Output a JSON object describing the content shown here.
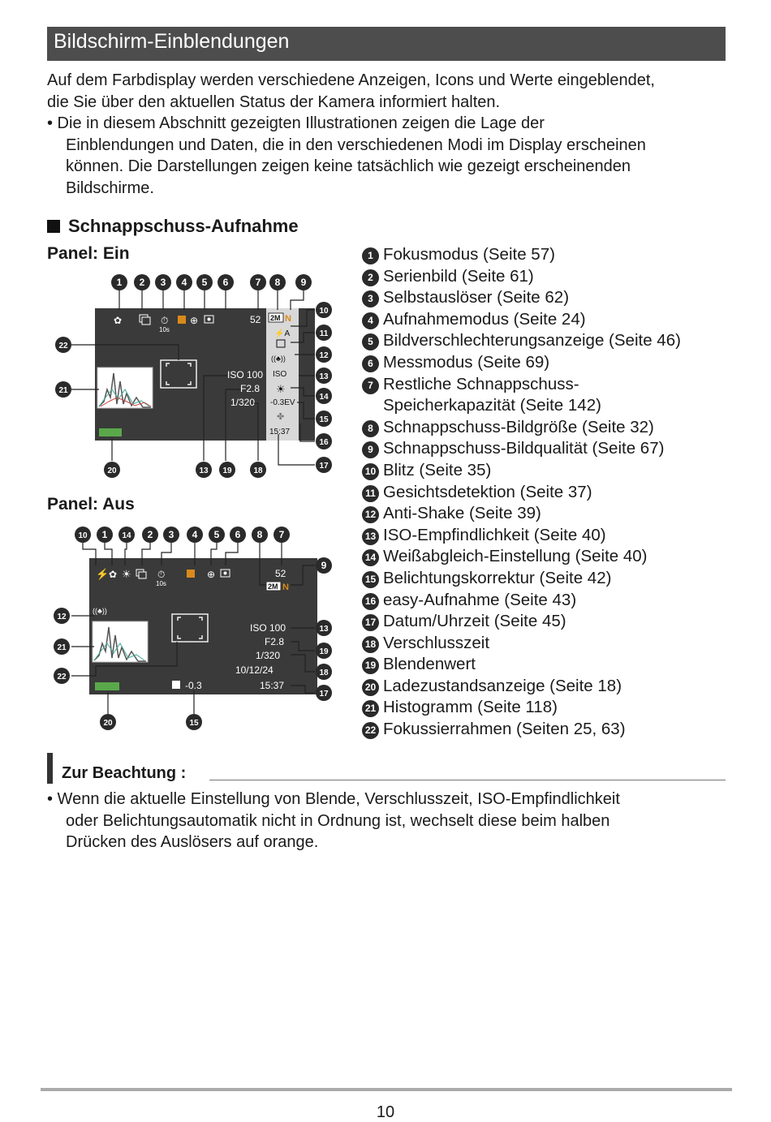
{
  "header": {
    "title": "Bildschirm-Einblendungen"
  },
  "intro": [
    "Auf dem Farbdisplay werden verschiedene Anzeigen, Icons und Werte eingeblendet,",
    "die Sie über den aktuellen Status der Kamera informiert halten.",
    "•  Die in diesem Abschnitt gezeigten Illustrationen zeigen die Lage der",
    "Einblendungen und Daten, die in den verschiedenen Modi im Display erscheinen",
    "können. Die Darstellungen zeigen keine tatsächlich wie gezeigt erscheinenden",
    "Bildschirme."
  ],
  "section_title": "Schnappschuss-Aufnahme",
  "panel_on": {
    "title": "Panel: Ein",
    "screen": {
      "remaining": "52",
      "self_timer": "10s",
      "iso": "ISO 100",
      "aperture": "F2.8",
      "shutter": "1/320",
      "iso_icon": "ISO",
      "ev": "-0.3EV",
      "time": "15:37",
      "flash": "⚡A",
      "size": "2M",
      "quality": "N"
    }
  },
  "panel_off": {
    "title": "Panel: Aus",
    "screen": {
      "remaining": "52",
      "self_timer": "10s",
      "iso": "ISO 100",
      "aperture": "F2.8",
      "shutter": "1/320",
      "date": "10/12/24",
      "time": "15:37",
      "ev": "-0.3",
      "size": "2M",
      "quality": "N"
    }
  },
  "legend": [
    {
      "n": "1",
      "text": "Fokusmodus (Seite 57)"
    },
    {
      "n": "2",
      "text": "Serienbild (Seite 61)"
    },
    {
      "n": "3",
      "text": "Selbstauslöser (Seite 62)"
    },
    {
      "n": "4",
      "text": "Aufnahmemodus (Seite 24)"
    },
    {
      "n": "5",
      "text": "Bildverschlechterungsanzeige (Seite 46)"
    },
    {
      "n": "6",
      "text": "Messmodus (Seite 69)"
    },
    {
      "n": "7",
      "text": "Restliche Schnappschuss-",
      "cont": "Speicherkapazität (Seite 142)"
    },
    {
      "n": "8",
      "text": "Schnappschuss-Bildgröße (Seite 32)"
    },
    {
      "n": "9",
      "text": "Schnappschuss-Bildqualität (Seite 67)"
    },
    {
      "n": "10",
      "text": "Blitz (Seite 35)"
    },
    {
      "n": "11",
      "text": "Gesichtsdetektion (Seite 37)"
    },
    {
      "n": "12",
      "text": "Anti-Shake (Seite 39)"
    },
    {
      "n": "13",
      "text": "ISO-Empfindlichkeit (Seite 40)"
    },
    {
      "n": "14",
      "text": "Weißabgleich-Einstellung (Seite 40)"
    },
    {
      "n": "15",
      "text": "Belichtungskorrektur (Seite 42)"
    },
    {
      "n": "16",
      "text": "easy-Aufnahme (Seite 43)"
    },
    {
      "n": "17",
      "text": "Datum/Uhrzeit (Seite 45)"
    },
    {
      "n": "18",
      "text": "Verschlusszeit"
    },
    {
      "n": "19",
      "text": "Blendenwert"
    },
    {
      "n": "20",
      "text": "Ladezustandsanzeige (Seite 18)"
    },
    {
      "n": "21",
      "text": "Histogramm (Seite 118)"
    },
    {
      "n": "22",
      "text": "Fokussierrahmen (Seiten 25, 63)"
    }
  ],
  "note": {
    "title": "Zur Beachtung :",
    "lines": [
      "•  Wenn die aktuelle Einstellung von Blende, Verschlusszeit, ISO-Empfindlichkeit",
      "oder Belichtungsautomatik nicht in Ordnung ist, wechselt diese beim halben",
      "Drücken des Auslösers auf orange."
    ]
  },
  "page_number": "10",
  "colors": {
    "header_bg": "#4d4d4d",
    "screen_bg": "#3a3a3a",
    "battery": "#5aa84a",
    "mode_orange": "#d98a1a"
  }
}
